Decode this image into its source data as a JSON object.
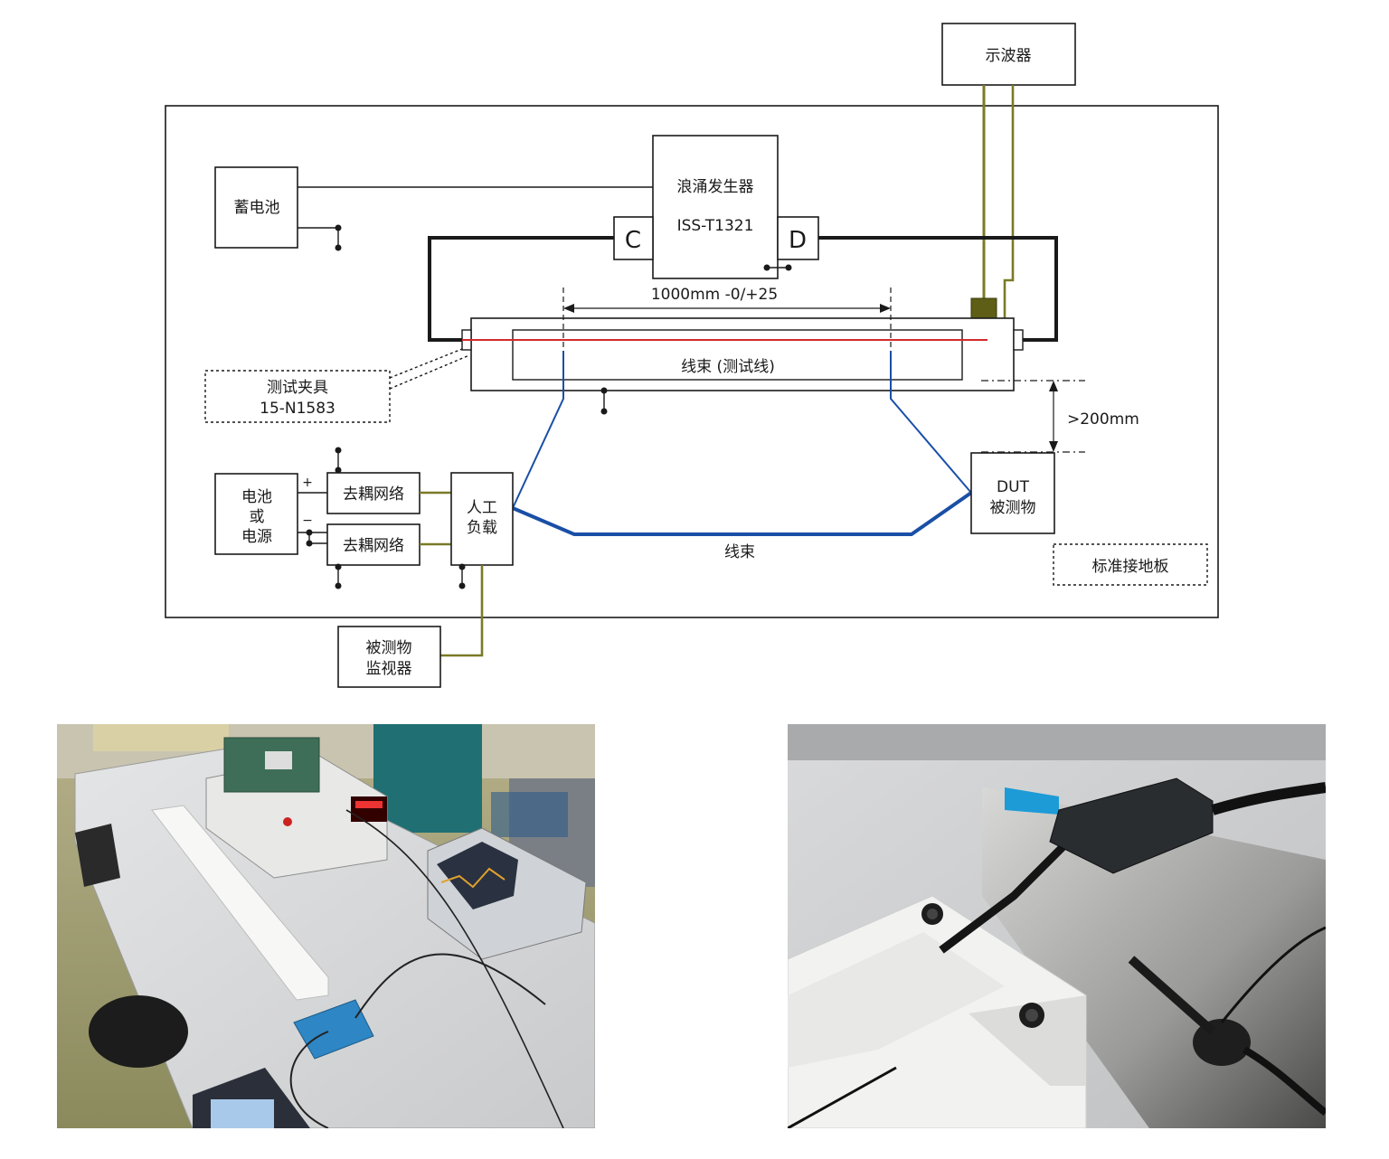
{
  "diagram": {
    "oscilloscope": "示波器",
    "battery": "蓄电池",
    "surge_generator": "浪涌发生器",
    "surge_model": "ISS-T1321",
    "terminal_c": "C",
    "terminal_d": "D",
    "length_dim": "1000mm -0/+25",
    "harness_test": "线束 (测试线)",
    "fixture_line1": "测试夹具",
    "fixture_line2": "15-N1583",
    "height_dim": ">200mm",
    "power_line1": "电池",
    "power_line2": "或",
    "power_line3": "电源",
    "plus": "+",
    "minus": "−",
    "decoupling_1": "去耦网络",
    "decoupling_2": "去耦网络",
    "load_line1": "人工",
    "load_line2": "负载",
    "harness": "线束",
    "dut_line1": "DUT",
    "dut_line2": "被测物",
    "ground_plane": "标准接地板",
    "monitor_line1": "被测物",
    "monitor_line2": "监视器"
  },
  "colors": {
    "probe_olive": "#7a7a28",
    "harness_blue": "#1a4fa6",
    "test_wire_red": "#d22b2b",
    "line_black": "#1a1a1a"
  }
}
